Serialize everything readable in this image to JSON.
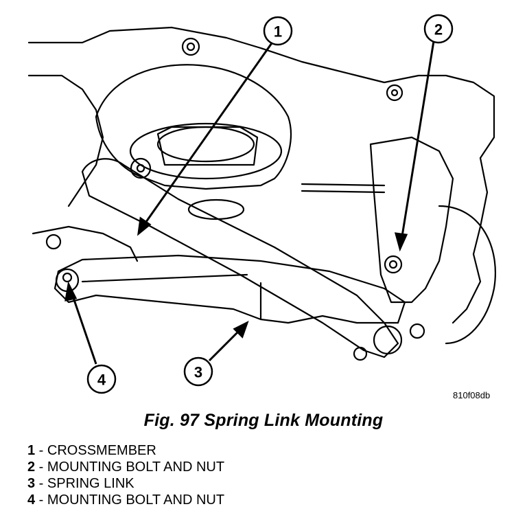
{
  "figure": {
    "code": "810f08db",
    "caption": "Fig. 97 Spring Link Mounting"
  },
  "callouts": [
    {
      "number": "1"
    },
    {
      "number": "2"
    },
    {
      "number": "3"
    },
    {
      "number": "4"
    }
  ],
  "legend": [
    {
      "number": "1",
      "separator": " - ",
      "label": "CROSSMEMBER"
    },
    {
      "number": "2",
      "separator": " - ",
      "label": "MOUNTING BOLT AND NUT"
    },
    {
      "number": "3",
      "separator": " - ",
      "label": "SPRING LINK"
    },
    {
      "number": "4",
      "separator": " - ",
      "label": "MOUNTING BOLT AND NUT"
    }
  ]
}
